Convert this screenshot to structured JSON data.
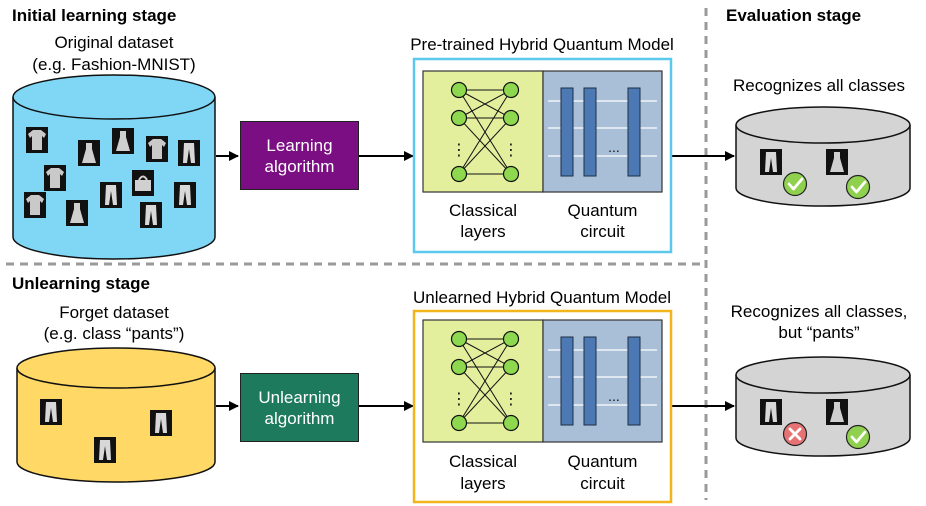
{
  "stages": {
    "initial": "Initial learning stage",
    "unlearning": "Unlearning stage",
    "evaluation": "Evaluation stage"
  },
  "top": {
    "dataset_line1": "Original dataset",
    "dataset_line2": "(e.g. Fashion-MNIST)",
    "algo_line1": "Learning",
    "algo_line2": "algorithm",
    "model_title": "Pre-trained Hybrid Quantum Model",
    "classical_line1": "Classical",
    "classical_line2": "layers",
    "quantum_line1": "Quantum",
    "quantum_line2": "circuit",
    "result": "Recognizes all classes"
  },
  "bottom": {
    "dataset_line1": "Forget dataset",
    "dataset_line2": "(e.g. class “pants”)",
    "algo_line1": "Unlearning",
    "algo_line2": "algorithm",
    "model_title": "Unlearned Hybrid Quantum Model",
    "classical_line1": "Classical",
    "classical_line2": "layers",
    "quantum_line1": "Quantum",
    "quantum_line2": "circuit",
    "result_line1": "Recognizes all classes,",
    "result_line2": "but “pants”"
  },
  "ellipsis_dots": "⋮",
  "circuit_ellipsis": "...",
  "colors": {
    "original_db": "#7fd7f5",
    "forget_db": "#ffd866",
    "eval_db": "#d4d4d4",
    "learning_btn": "#7b0e83",
    "unlearning_btn": "#1e7a5c",
    "top_frame": "#5bc8ee",
    "bottom_frame": "#f2b51b",
    "classical_bg": "#e4ef9e",
    "quantum_bg": "#a9bfd8",
    "node": "#8ed84f",
    "gate": "#4c79b3",
    "check": "#8fd14f",
    "cross": "#e57373"
  }
}
